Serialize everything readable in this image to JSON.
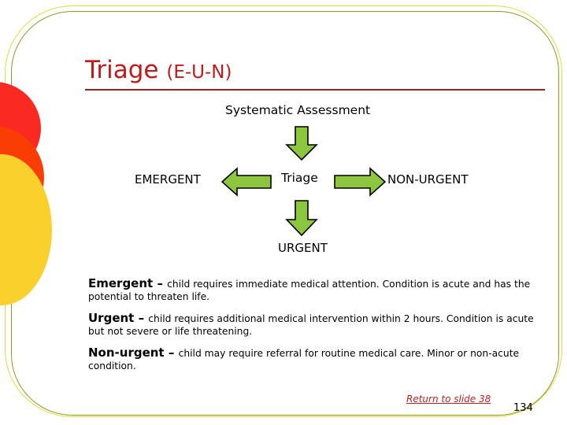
{
  "slide": {
    "title_main": "Triage",
    "title_sub": "(E-U-N)",
    "title_color": "#c01a1a",
    "rule_color": "#9e2020",
    "background": "#ffffff"
  },
  "decor": {
    "circles": [
      {
        "name": "red-circle",
        "color": "#fa2a22"
      },
      {
        "name": "orange-circle",
        "color": "#fa3c05"
      },
      {
        "name": "yellow-circle",
        "color": "#fad02c"
      }
    ],
    "border_outer_color": "#e3d93a",
    "border_inner_color": "#8a9a22"
  },
  "diagram": {
    "top_label": "Systematic Assessment",
    "center_label": "Triage",
    "left_label": "EMERGENT",
    "right_label": "NON-URGENT",
    "bottom_label": "URGENT",
    "arrow_fill": "#8cc63e",
    "arrow_stroke": "#000000",
    "arrows": [
      {
        "name": "arrow-down-to-triage",
        "direction": "down"
      },
      {
        "name": "arrow-left-to-emergent",
        "direction": "left"
      },
      {
        "name": "arrow-right-to-non-urgent",
        "direction": "right"
      },
      {
        "name": "arrow-down-to-urgent",
        "direction": "down"
      }
    ]
  },
  "definitions": [
    {
      "term": "Emergent",
      "dash": " – ",
      "text": "child requires immediate medical attention. Condition is acute and has the potential to threaten life."
    },
    {
      "term": "Urgent",
      "dash": " – ",
      "text": "child requires additional medical intervention within 2 hours. Condition is acute but not severe or life threatening."
    },
    {
      "term": "Non-urgent",
      "dash": " – ",
      "text": "child may require referral for routine medical care. Minor or non-acute condition."
    }
  ],
  "footer": {
    "return_link": "Return to slide 38",
    "slide_number": "134"
  }
}
